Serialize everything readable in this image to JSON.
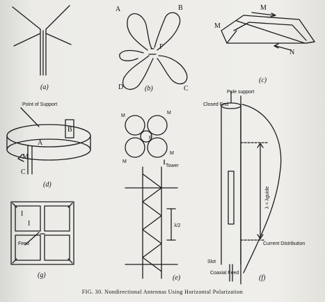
{
  "caption": "FIG. 30.  Nondirectional Antennas Using Horizontal Polarization",
  "panels": {
    "a": {
      "tag": "(a)"
    },
    "b": {
      "tag": "(b)",
      "corners": [
        "A",
        "B",
        "C",
        "D"
      ],
      "feed": "F"
    },
    "c": {
      "tag": "(c)",
      "labels": [
        "M",
        "M",
        "N"
      ]
    },
    "d": {
      "tag": "(d)",
      "point_of_support": "Point of Support",
      "labels": [
        "B",
        "A",
        "M",
        "C"
      ]
    },
    "e": {
      "tag": "(e)",
      "labels": [
        "M",
        "M",
        "M",
        "F",
        "M"
      ],
      "tower": "Tower",
      "dim": "λ/2"
    },
    "f": {
      "tag": "(f)",
      "pole_support": "Pole support",
      "closed_end": "Closed End",
      "guide": "λ = λguide",
      "current_distribution": "Current Distribution",
      "slot": "Slot",
      "coaxial_feed": "Coaxial Feed"
    },
    "g": {
      "tag": "(g)",
      "labels": [
        "I",
        "I"
      ],
      "feed": "Feed"
    }
  }
}
